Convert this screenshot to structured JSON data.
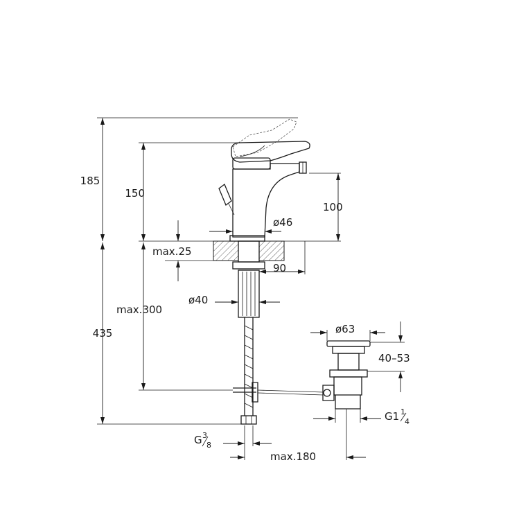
{
  "dimensions": {
    "h185": "185",
    "h150": "150",
    "h100": "100",
    "d46": "ø46",
    "max25": "max.25",
    "w90": "90",
    "d40": "ø40",
    "max300": "max.300",
    "h435": "435",
    "d63": "ø63",
    "r40_53": "40–53",
    "g1_base": "G1",
    "g1_num": "1",
    "g1_den": "4",
    "g38_base": "G",
    "g38_num": "3",
    "g38_den": "8",
    "max180": "max.180"
  },
  "colors": {
    "line": "#1a1a1a",
    "background": "#ffffff"
  }
}
